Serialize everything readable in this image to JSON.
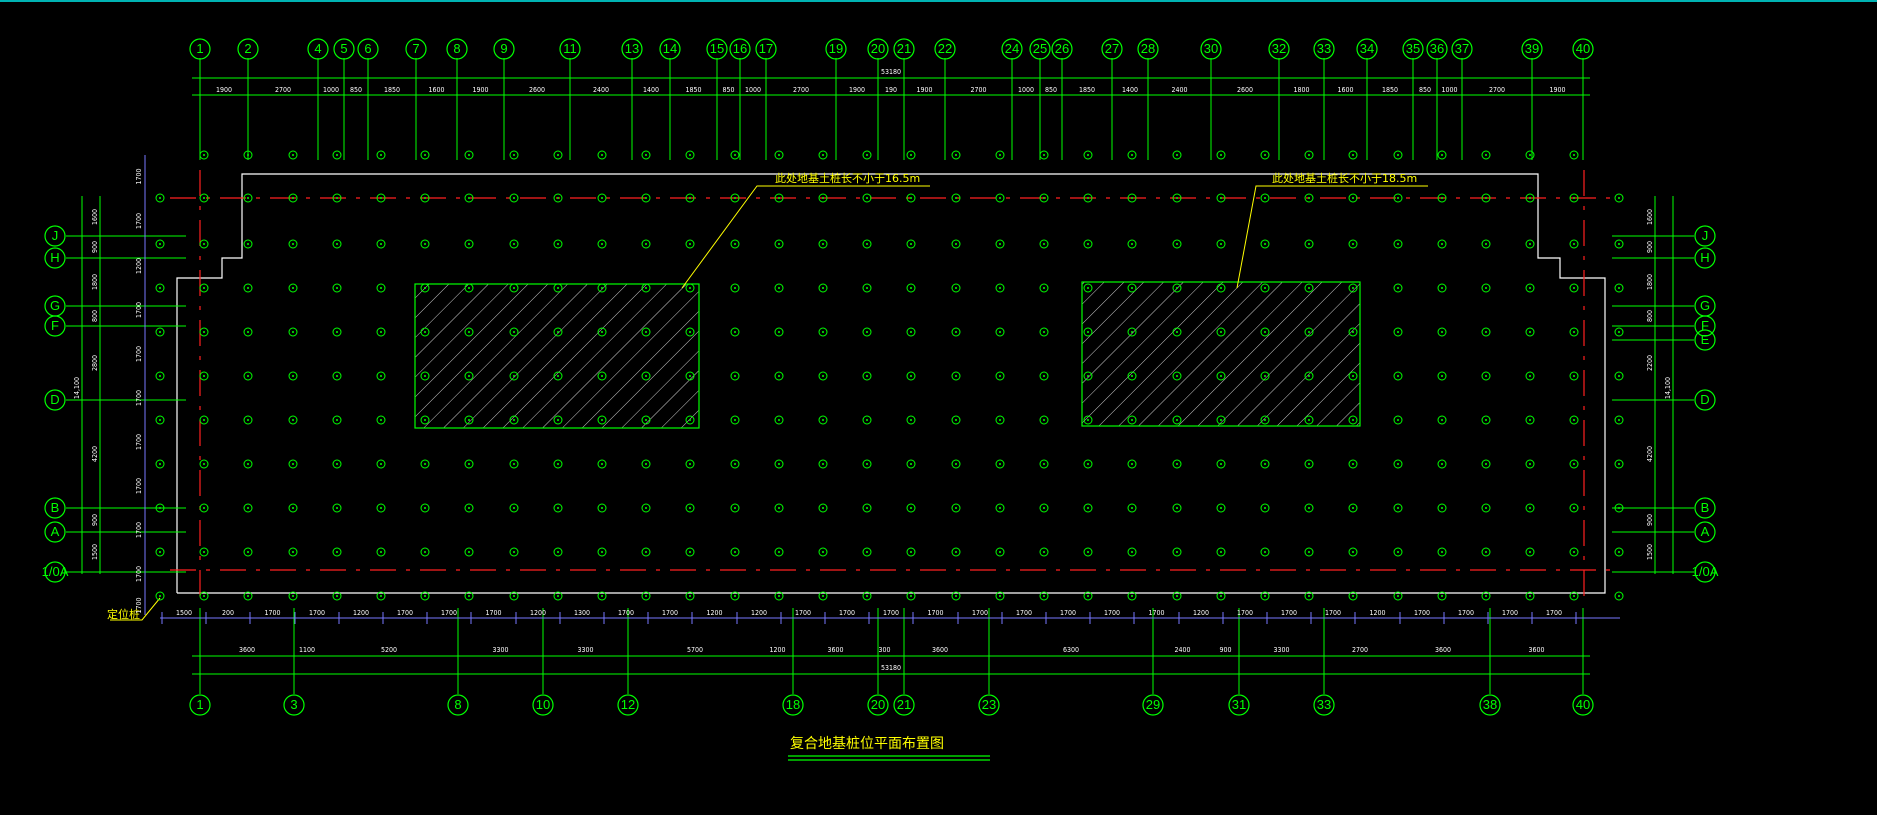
{
  "drawing": {
    "title": "复合地基桩位平面布置图",
    "colors": {
      "background": "#000000",
      "grid": "#00ff00",
      "outline": "#ffffff",
      "redline": "#ff2020",
      "annotation": "#ffff00",
      "dimline": "#7777ff"
    },
    "annotations": [
      {
        "id": "a1",
        "text": "此处地基土桩长不小于16.5m"
      },
      {
        "id": "a2",
        "text": "此处地基土桩长不小于18.5m"
      }
    ],
    "pile_label": "定位桩",
    "top_axes": [
      {
        "label": "1"
      },
      {
        "label": "2"
      },
      {
        "label": "4"
      },
      {
        "label": "5"
      },
      {
        "label": "6"
      },
      {
        "label": "7"
      },
      {
        "label": "8"
      },
      {
        "label": "9"
      },
      {
        "label": "11"
      },
      {
        "label": "13"
      },
      {
        "label": "14"
      },
      {
        "label": "15"
      },
      {
        "label": "16"
      },
      {
        "label": "17"
      },
      {
        "label": "19"
      },
      {
        "label": "20"
      },
      {
        "label": "21"
      },
      {
        "label": "22"
      },
      {
        "label": "24"
      },
      {
        "label": "25"
      },
      {
        "label": "26"
      },
      {
        "label": "27"
      },
      {
        "label": "28"
      },
      {
        "label": "30"
      },
      {
        "label": "32"
      },
      {
        "label": "33"
      },
      {
        "label": "34"
      },
      {
        "label": "35"
      },
      {
        "label": "36"
      },
      {
        "label": "37"
      },
      {
        "label": "39"
      },
      {
        "label": "40"
      }
    ],
    "bottom_axes": [
      {
        "label": "1"
      },
      {
        "label": "3"
      },
      {
        "label": "8"
      },
      {
        "label": "10"
      },
      {
        "label": "12"
      },
      {
        "label": "18"
      },
      {
        "label": "20"
      },
      {
        "label": "21"
      },
      {
        "label": "23"
      },
      {
        "label": "29"
      },
      {
        "label": "31"
      },
      {
        "label": "33"
      },
      {
        "label": "38"
      },
      {
        "label": "40"
      }
    ],
    "left_axes": [
      {
        "label": "J"
      },
      {
        "label": "H"
      },
      {
        "label": "G"
      },
      {
        "label": "F"
      },
      {
        "label": "D"
      },
      {
        "label": "B"
      },
      {
        "label": "A"
      },
      {
        "label": "1/0A"
      }
    ],
    "right_axes": [
      {
        "label": "J"
      },
      {
        "label": "H"
      },
      {
        "label": "G"
      },
      {
        "label": "F"
      },
      {
        "label": "E"
      },
      {
        "label": "D"
      },
      {
        "label": "B"
      },
      {
        "label": "A"
      },
      {
        "label": "1/0A"
      }
    ],
    "top_dims": [
      "1900",
      "2700",
      "1000",
      "850",
      "1850",
      "1600",
      "1900",
      "2600",
      "2400",
      "1400",
      "1850",
      "850",
      "1000",
      "2700",
      "1900",
      "190",
      "1900",
      "2700",
      "1000",
      "850",
      "1850",
      "1400",
      "2400",
      "2600",
      "1800",
      "1600",
      "1850",
      "850",
      "1000",
      "2700",
      "1900"
    ],
    "top_total": "53180",
    "bottom_dims_row1": [
      "1500",
      "200",
      "1700",
      "1700",
      "1200",
      "1700",
      "1700",
      "1700",
      "1200",
      "1300",
      "1700",
      "1700",
      "1200",
      "1200",
      "1700",
      "1700",
      "1700",
      "1700",
      "1700",
      "1700",
      "1700",
      "1700",
      "1700",
      "1200",
      "1700",
      "1700",
      "1700",
      "1200",
      "1700",
      "1700",
      "1700",
      "1700"
    ],
    "bottom_dims_row2": [
      "3600",
      "1100",
      "5200",
      "3300",
      "3300",
      "5700",
      "1200",
      "3600",
      "300",
      "3600",
      "6300",
      "2400",
      "900",
      "3300",
      "2700",
      "3600",
      "3600"
    ],
    "bottom_total": "53180",
    "left_dims": [
      "1600",
      "900",
      "1800",
      "800",
      "2800",
      "4200",
      "900",
      "1500"
    ],
    "left_pile_dims": [
      "1700",
      "1700",
      "1200",
      "1700",
      "1700",
      "1700",
      "1700",
      "1700",
      "1700",
      "1700",
      "1700"
    ],
    "left_total": "14,100",
    "right_dims": [
      "1600",
      "900",
      "1800",
      "800",
      "2200",
      "4200",
      "900",
      "1500"
    ],
    "right_total": "14,100"
  }
}
